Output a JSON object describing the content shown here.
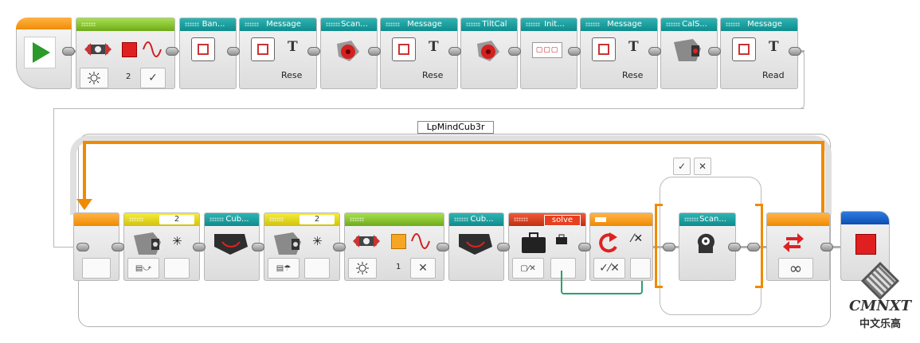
{
  "blocks_row1": {
    "b1": "Ban...",
    "b2": "Message",
    "b3": "Scan...",
    "b4": "Message",
    "b5": "TiltCal",
    "b6": "Init...",
    "b7": "Message",
    "b8": "CalS...",
    "b9": "Message"
  },
  "text_params": {
    "t1": "Rese",
    "t2": "Rese",
    "t3": "Rese",
    "t4": "Read"
  },
  "light_block": {
    "port": "2"
  },
  "loop": {
    "name": "LpMindCub3r",
    "count_symbol": "∞"
  },
  "row2": {
    "color1_port": "2",
    "cub1": "Cub...",
    "color2_port": "2",
    "light_port": "1",
    "cub2": "Cub...",
    "solve_tag": "solve",
    "switch_label": "Scan...",
    "check": "✓",
    "cross": "✕"
  },
  "logo": {
    "main": "CMNXT",
    "sub": "中文乐高"
  },
  "colors": {
    "teal": "#0e8c8c",
    "orange": "#f08a00",
    "green": "#6faa1a",
    "yellow": "#d1c20c",
    "red": "#c22d10",
    "blue": "#0b4fb0"
  }
}
